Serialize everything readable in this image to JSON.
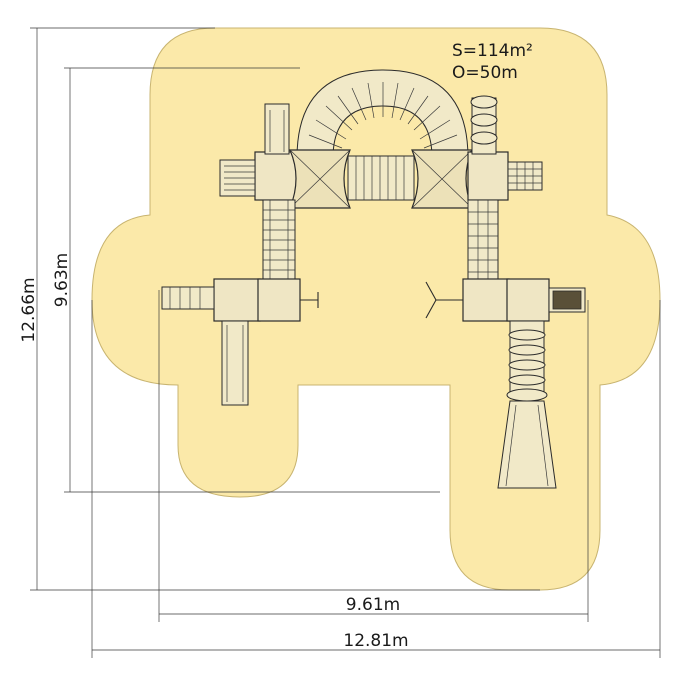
{
  "stats": {
    "area": "S=114m²",
    "perimeter": "O=50m"
  },
  "dimensions": {
    "total_height": "12.66m",
    "structure_height": "9.63m",
    "structure_width": "9.61m",
    "total_width": "12.81m"
  },
  "colors": {
    "safety_zone": "#fbe9a9",
    "safety_zone_outline": "#bfae6a",
    "lines": "#2b2b2b"
  }
}
